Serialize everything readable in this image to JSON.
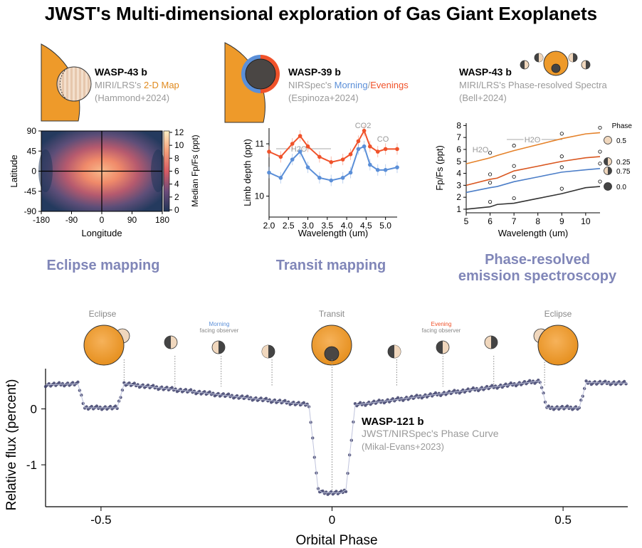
{
  "title": "JWST's Multi-dimensional exploration of Gas Giant Exoplanets",
  "panels": [
    {
      "planet": "WASP-43 b",
      "inst_prefix": "MIRI/LRS's ",
      "inst_highlight": "2-D Map",
      "ref": "(Hammond+2024)",
      "caption": "Eclipse mapping",
      "highlight_color": "#e08a1e"
    },
    {
      "planet": "WASP-39 b",
      "inst_prefix": "NIRSpec's ",
      "inst_morning": "Morning",
      "inst_sep": "/",
      "inst_evening": "Evenings",
      "ref": "(Espinoza+2024)",
      "caption": "Transit mapping",
      "morning_color": "#5b8fd8",
      "evening_color": "#f0522a"
    },
    {
      "planet": "WASP-43 b",
      "inst": "MIRI/LRS's Phase-resolved Spectra",
      "ref": "(Bell+2024)",
      "caption_line1": "Phase-resolved",
      "caption_line2": "emission spectroscopy"
    }
  ],
  "colors": {
    "planet": "#ee9a2a",
    "caption": "#8086b8",
    "morning": "#5b8fd8",
    "evening": "#f0522a",
    "curve": "#3d3f6b"
  },
  "chart_data": [
    {
      "type": "heatmap",
      "xlabel": "Longitude",
      "ylabel": "Latitude",
      "xticks": [
        "-180",
        "-90",
        "0",
        "90",
        "180"
      ],
      "yticks": [
        "90",
        "45",
        "0",
        "-45",
        "-90"
      ],
      "xlim": [
        -180,
        180
      ],
      "ylim": [
        -90,
        90
      ],
      "colorbar_label": "Median Fp/Fs (ppt)",
      "colorbar_ticks": [
        "12",
        "10",
        "8",
        "6",
        "4",
        "2",
        "0"
      ],
      "zlim": [
        0,
        12
      ],
      "hotspot": {
        "lon": 0,
        "lat": 0,
        "value": 12
      }
    },
    {
      "type": "line",
      "xlabel": "Wavelength (um)",
      "ylabel": "Limb depth (ppt)",
      "xticks": [
        "2.0",
        "2.5",
        "3.0",
        "3.5",
        "4.0",
        "4.5",
        "5.0"
      ],
      "yticks": [
        "11",
        "10"
      ],
      "xlim": [
        2.0,
        5.3
      ],
      "ylim": [
        9.6,
        11.3
      ],
      "annotations": [
        "H2O",
        "CO2",
        "CO"
      ],
      "series": [
        {
          "name": "Evenings",
          "x": [
            2.0,
            2.3,
            2.6,
            2.8,
            3.0,
            3.3,
            3.6,
            3.9,
            4.1,
            4.3,
            4.45,
            4.6,
            4.8,
            5.0,
            5.3
          ],
          "y": [
            10.85,
            10.75,
            11.0,
            11.15,
            10.95,
            10.75,
            10.65,
            10.7,
            10.8,
            11.05,
            11.25,
            10.95,
            10.85,
            10.9,
            10.9
          ]
        },
        {
          "name": "Morning",
          "x": [
            2.0,
            2.3,
            2.6,
            2.8,
            3.0,
            3.3,
            3.6,
            3.9,
            4.1,
            4.3,
            4.45,
            4.6,
            4.8,
            5.0,
            5.3
          ],
          "y": [
            10.45,
            10.35,
            10.7,
            10.85,
            10.55,
            10.35,
            10.3,
            10.35,
            10.45,
            10.9,
            10.95,
            10.6,
            10.5,
            10.5,
            10.55
          ]
        }
      ]
    },
    {
      "type": "line",
      "xlabel": "Wavelength (um)",
      "ylabel": "Fp/Fs (ppt)",
      "xticks": [
        "5",
        "6",
        "7",
        "8",
        "9",
        "10"
      ],
      "yticks": [
        "8",
        "7",
        "6",
        "5",
        "4",
        "3",
        "2",
        "1"
      ],
      "xlim": [
        5,
        10.6
      ],
      "ylim": [
        0.7,
        8.2
      ],
      "legend_title": "Phase",
      "annotations": [
        "H2O",
        "H2O"
      ],
      "series": [
        {
          "name": "0.5",
          "color": "#e5822a",
          "x": [
            5,
            6,
            6.3,
            7,
            8,
            9,
            10,
            10.6
          ],
          "y": [
            4.8,
            5.3,
            5.5,
            5.9,
            6.4,
            6.9,
            7.3,
            7.4
          ]
        },
        {
          "name": "0.25",
          "color": "#d9561f",
          "x": [
            5,
            6,
            6.3,
            7,
            8,
            9,
            10,
            10.6
          ],
          "y": [
            3.0,
            3.5,
            3.6,
            4.2,
            4.6,
            5.0,
            5.3,
            5.4
          ]
        },
        {
          "name": "0.75",
          "color": "#4c7ec8",
          "x": [
            5,
            6,
            6.3,
            7,
            8,
            9,
            10,
            10.6
          ],
          "y": [
            2.4,
            2.8,
            2.9,
            3.3,
            3.7,
            4.1,
            4.3,
            4.4
          ]
        },
        {
          "name": "0.0",
          "color": "#333333",
          "x": [
            5,
            6,
            6.3,
            7,
            8,
            9,
            10,
            10.6
          ],
          "y": [
            1.0,
            1.2,
            1.4,
            1.5,
            1.9,
            2.3,
            2.8,
            2.9
          ]
        }
      ]
    },
    {
      "type": "line",
      "xlabel": "Orbital Phase",
      "ylabel": "Relative flux (percent)",
      "xticks": [
        "-0.5",
        "0",
        "0.5"
      ],
      "yticks": [
        "0",
        "-1"
      ],
      "xlim": [
        -0.62,
        0.64
      ],
      "ylim": [
        -1.75,
        0.72
      ],
      "planet_name": "WASP-121 b",
      "planet_desc": "JWST/NIRSpec's Phase Curve",
      "planet_ref": "(Mikal-Evans+2023)",
      "top_labels": {
        "eclipse_left": "Eclipse",
        "transit": "Transit",
        "eclipse_right": "Eclipse",
        "morning": "Morning",
        "morning_sub": "facing observer",
        "evening": "Evening",
        "evening_sub": "facing observer"
      },
      "x": [
        -0.62,
        -0.55,
        -0.535,
        -0.465,
        -0.45,
        -0.05,
        -0.03,
        -0.02,
        0.02,
        0.03,
        0.05,
        0.45,
        0.465,
        0.535,
        0.55,
        0.64
      ],
      "y": [
        0.43,
        0.45,
        0.02,
        0.02,
        0.45,
        0.07,
        -1.45,
        -1.5,
        -1.5,
        -1.45,
        0.07,
        0.5,
        0.02,
        0.02,
        0.47,
        0.46
      ]
    }
  ]
}
